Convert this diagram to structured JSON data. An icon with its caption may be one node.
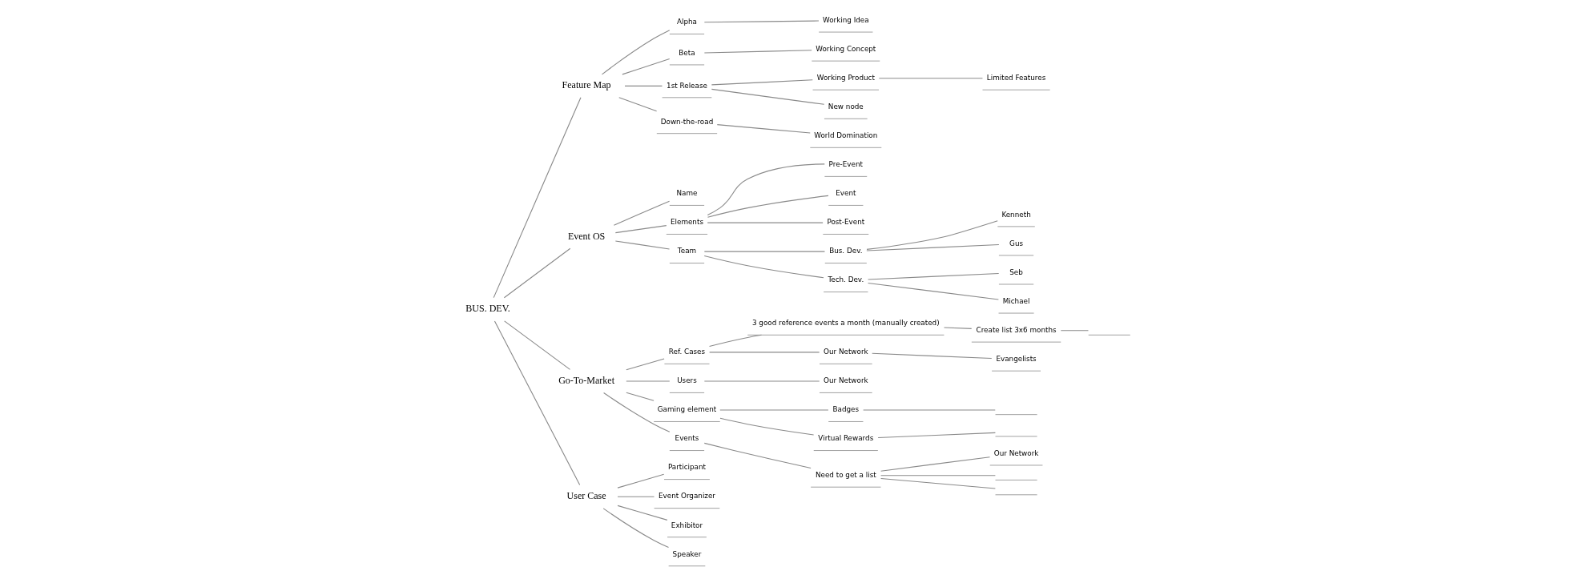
{
  "diagram": {
    "nodes": [
      {
        "text": [
          "BUS. DEV."
        ]
      },
      {
        "text": [
          "Feature Map"
        ]
      },
      {
        "text": [
          "Alpha"
        ]
      },
      {
        "text": [
          "Working Idea"
        ]
      },
      {
        "text": [
          "Beta"
        ]
      },
      {
        "text": [
          "Working Concept"
        ]
      },
      {
        "text": [
          "1st Release"
        ]
      },
      {
        "text": [
          "Working Product"
        ]
      },
      {
        "text": [
          "Limited Features"
        ]
      },
      {
        "text": [
          "New node"
        ]
      },
      {
        "text": [
          "Down-the-road"
        ]
      },
      {
        "text": [
          "World Domination"
        ]
      },
      {
        "text": [
          "Event OS"
        ]
      },
      {
        "text": [
          "Name"
        ]
      },
      {
        "text": [
          "Elements"
        ]
      },
      {
        "text": [
          "Pre-Event"
        ]
      },
      {
        "text": [
          "Event"
        ]
      },
      {
        "text": [
          "Post-Event"
        ]
      },
      {
        "text": [
          "Team"
        ]
      },
      {
        "text": [
          "Bus. Dev."
        ]
      },
      {
        "text": [
          "Kenneth"
        ]
      },
      {
        "text": [
          "Gus"
        ]
      },
      {
        "text": [
          "Tech. Dev."
        ]
      },
      {
        "text": [
          "Seb"
        ]
      },
      {
        "text": [
          "Michael"
        ]
      },
      {
        "text": [
          "Go-To-Market"
        ]
      },
      {
        "text": [
          "Ref. Cases"
        ]
      },
      {
        "text": [
          "3 good reference events a month (manually created)"
        ]
      },
      {
        "text": [
          "Create list 3x6 months"
        ]
      },
      {
        "text": [],
        "shape": "line"
      },
      {
        "text": [
          "Our Network"
        ]
      },
      {
        "text": [
          "Evangelists"
        ]
      },
      {
        "text": [
          "Users"
        ]
      },
      {
        "text": [
          "Our Network"
        ]
      },
      {
        "text": [
          "Gaming element"
        ]
      },
      {
        "text": [
          "Badges"
        ]
      },
      {
        "text": [],
        "shape": "line"
      },
      {
        "text": [
          "Virtual Rewards"
        ]
      },
      {
        "text": [],
        "shape": "line"
      },
      {
        "text": [
          "Events"
        ]
      },
      {
        "text": [
          "Need to get a list"
        ]
      },
      {
        "text": [
          "Our Network"
        ]
      },
      {
        "text": [],
        "shape": "line"
      },
      {
        "text": [],
        "shape": "line"
      },
      {
        "text": [
          "User Case"
        ]
      },
      {
        "text": [
          "Participant"
        ]
      },
      {
        "text": [
          "Event Organizer"
        ]
      },
      {
        "text": [
          "Exhibitor"
        ]
      },
      {
        "text": [
          "Speaker"
        ]
      }
    ],
    "edges": [
      {
        "from": 0,
        "to": 1,
        "arrow": "none"
      },
      {
        "from": 1,
        "to": 2,
        "arrow": "none"
      },
      {
        "from": 2,
        "to": 3,
        "arrow": "none"
      },
      {
        "from": 1,
        "to": 4,
        "arrow": "none"
      },
      {
        "from": 4,
        "to": 5,
        "arrow": "none"
      },
      {
        "from": 1,
        "to": 6,
        "arrow": "none"
      },
      {
        "from": 6,
        "to": 7,
        "arrow": "none"
      },
      {
        "from": 7,
        "to": 8,
        "arrow": "none"
      },
      {
        "from": 6,
        "to": 9,
        "arrow": "none"
      },
      {
        "from": 1,
        "to": 10,
        "arrow": "none"
      },
      {
        "from": 10,
        "to": 11,
        "arrow": "none"
      },
      {
        "from": 0,
        "to": 12,
        "arrow": "none"
      },
      {
        "from": 12,
        "to": 13,
        "arrow": "none"
      },
      {
        "from": 12,
        "to": 14,
        "arrow": "none"
      },
      {
        "from": 14,
        "to": 15,
        "arrow": "none"
      },
      {
        "from": 14,
        "to": 16,
        "arrow": "none"
      },
      {
        "from": 14,
        "to": 17,
        "arrow": "none"
      },
      {
        "from": 12,
        "to": 18,
        "arrow": "none"
      },
      {
        "from": 18,
        "to": 19,
        "arrow": "none"
      },
      {
        "from": 19,
        "to": 20,
        "arrow": "none"
      },
      {
        "from": 19,
        "to": 21,
        "arrow": "none"
      },
      {
        "from": 18,
        "to": 22,
        "arrow": "none"
      },
      {
        "from": 22,
        "to": 23,
        "arrow": "none"
      },
      {
        "from": 22,
        "to": 24,
        "arrow": "none"
      },
      {
        "from": 0,
        "to": 25,
        "arrow": "none"
      },
      {
        "from": 25,
        "to": 26,
        "arrow": "none"
      },
      {
        "from": 26,
        "to": 27,
        "arrow": "none"
      },
      {
        "from": 27,
        "to": 28,
        "arrow": "none"
      },
      {
        "from": 28,
        "to": 29,
        "arrow": "none"
      },
      {
        "from": 26,
        "to": 30,
        "arrow": "none"
      },
      {
        "from": 30,
        "to": 31,
        "arrow": "none"
      },
      {
        "from": 25,
        "to": 32,
        "arrow": "none"
      },
      {
        "from": 32,
        "to": 33,
        "arrow": "none"
      },
      {
        "from": 25,
        "to": 34,
        "arrow": "none"
      },
      {
        "from": 34,
        "to": 35,
        "arrow": "none"
      },
      {
        "from": 35,
        "to": 36,
        "arrow": "none"
      },
      {
        "from": 34,
        "to": 37,
        "arrow": "none"
      },
      {
        "from": 37,
        "to": 38,
        "arrow": "none"
      },
      {
        "from": 25,
        "to": 39,
        "arrow": "none"
      },
      {
        "from": 39,
        "to": 40,
        "arrow": "none"
      },
      {
        "from": 40,
        "to": 41,
        "arrow": "none"
      },
      {
        "from": 40,
        "to": 42,
        "arrow": "none"
      },
      {
        "from": 40,
        "to": 43,
        "arrow": "none"
      },
      {
        "from": 0,
        "to": 44,
        "arrow": "none"
      },
      {
        "from": 44,
        "to": 45,
        "arrow": "none"
      },
      {
        "from": 44,
        "to": 46,
        "arrow": "none"
      },
      {
        "from": 44,
        "to": 47,
        "arrow": "none"
      },
      {
        "from": 44,
        "to": 48,
        "arrow": "none"
      }
    ]
  }
}
